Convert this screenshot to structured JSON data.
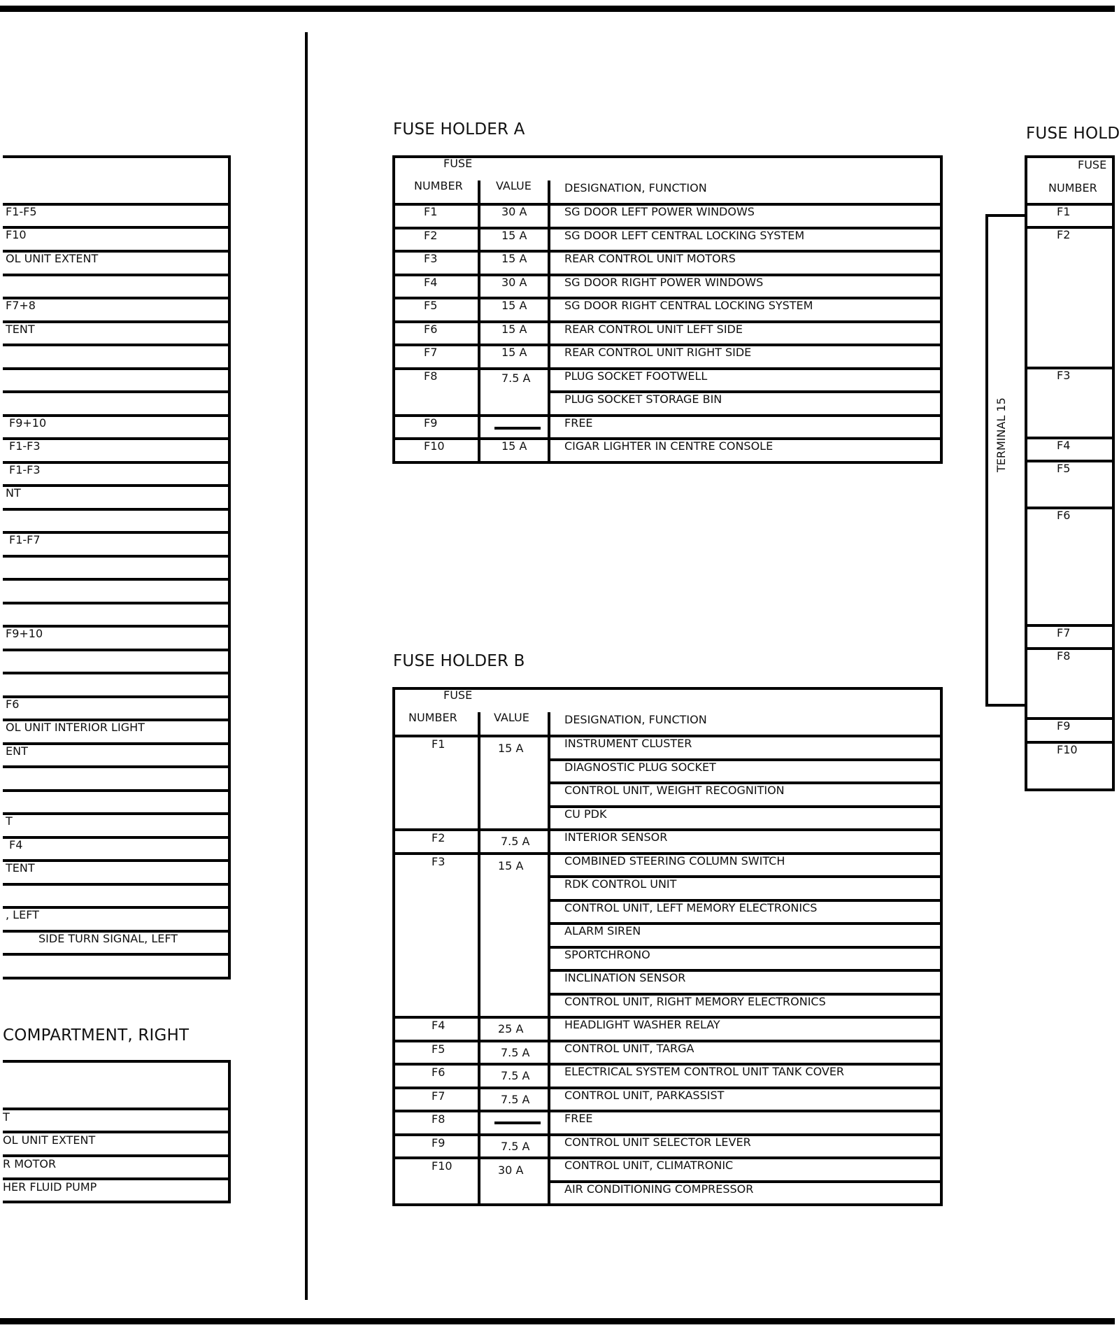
{
  "holder_a": {
    "title": "FUSE HOLDER A",
    "hdr_fuse": "FUSE",
    "hdr_number": "NUMBER",
    "hdr_value": "VALUE",
    "hdr_designation": "DESIGNATION, FUNCTION",
    "rows": [
      {
        "num": "F1",
        "val": "30 A",
        "des": "SG  DOOR  LEFT      POWER              WINDOWS"
      },
      {
        "num": "F2",
        "val": "15 A",
        "des": "SG  DOOR  LEFT      CENTRAL LOCKING SYSTEM"
      },
      {
        "num": "F3",
        "val": "15 A",
        "des": "REAR CONTROL UNIT MOTORS"
      },
      {
        "num": "F4",
        "val": "30 A",
        "des": "SG   DOOR  RIGHT      POWER  WINDOWS"
      },
      {
        "num": "F5",
        "val": "15 A",
        "des": "SG   DOOR  RIGHT      CENTRAL LOCKING SYSTEM"
      },
      {
        "num": "F6",
        "val": "15 A",
        "des": "REAR CONTROL UNIT  LEFT SIDE"
      },
      {
        "num": "F7",
        "val": "15 A",
        "des": "REAR CONTROL UNIT  RIGHT SIDE"
      },
      {
        "num": "F8",
        "val": "7.5 A",
        "des": "PLUG SOCKET FOOTWELL",
        "des2": "PLUG SOCKET STORAGE BIN"
      },
      {
        "num": "F9",
        "val": "",
        "des": "FREE"
      },
      {
        "num": "F10",
        "val": "15 A",
        "des": "CIGAR LIGHTER    IN CENTRE CONSOLE"
      }
    ]
  },
  "holder_b": {
    "title": "FUSE HOLDER B",
    "hdr_fuse": "FUSE",
    "hdr_number": "NUMBER",
    "hdr_value": "VALUE",
    "hdr_designation": "DESIGNATION, FUNCTION",
    "rows": [
      {
        "num": "F1",
        "val": "15 A",
        "des": [
          "INSTRUMENT CLUSTER",
          "DIAGNOSTIC PLUG SOCKET",
          "CONTROL UNIT,   WEIGHT  RECOGNITION",
          "CU PDK"
        ]
      },
      {
        "num": "F2",
        "val": "7.5 A",
        "des": [
          "INTERIOR SENSOR"
        ]
      },
      {
        "num": "F3",
        "val": "15 A",
        "des": [
          "COMBINED STEERING COLUMN SWITCH",
          "RDK CONTROL UNIT",
          "CONTROL UNIT, LEFT MEMORY    ELECTRONICS",
          "ALARM SIREN",
          "SPORTCHRONO",
          "INCLINATION SENSOR",
          "CONTROL UNIT, RIGHT MEMORY                    ELECTRONICS"
        ]
      },
      {
        "num": "F4",
        "val": "25 A",
        "des": [
          "HEADLIGHT  WASHER  RELAY"
        ]
      },
      {
        "num": "F5",
        "val": "7.5 A",
        "des": [
          "CONTROL UNIT, TARGA"
        ]
      },
      {
        "num": "F6",
        "val": "7.5 A",
        "des": [
          "ELECTRICAL SYSTEM CONTROL UNIT            TANK COVER"
        ]
      },
      {
        "num": "F7",
        "val": "7.5 A",
        "des": [
          "CONTROL UNIT, PARKASSIST"
        ]
      },
      {
        "num": "F8",
        "val": "",
        "des": [
          "FREE"
        ]
      },
      {
        "num": "F9",
        "val": "7.5 A",
        "des": [
          "CONTROL UNIT        SELECTOR LEVER"
        ]
      },
      {
        "num": "F10",
        "val": "30 A",
        "des": [
          "CONTROL UNIT, CLIMATRONIC",
          "AIR CONDITIONING COMPRESSOR"
        ]
      }
    ]
  },
  "holder_c": {
    "title": "FUSE HOLD",
    "hdr_fuse": "FUSE",
    "hdr_number": "NUMBER",
    "terminal": "TERMINAL 15",
    "rows": [
      "F1",
      "F2",
      "F3",
      "F4",
      "F5",
      "F6",
      "F7",
      "F8",
      "F9",
      "F10"
    ]
  },
  "left_table": {
    "rows": [
      "F1-F5",
      "F10",
      "OL UNIT      EXTENT",
      "",
      "F7+8",
      "TENT",
      "",
      "",
      "",
      "F9+10",
      "F1-F3",
      "F1-F3",
      "NT",
      "",
      "F1-F7",
      "",
      "",
      "",
      "F9+10",
      "",
      "",
      "F6",
      "OL UNIT       INTERIOR  LIGHT",
      "ENT",
      "",
      "",
      "T",
      "F4",
      "TENT",
      "",
      ", LEFT",
      "SIDE TURN SIGNAL, LEFT",
      ""
    ]
  },
  "left_bottom": {
    "title": "COMPARTMENT, RIGHT",
    "rows": [
      "T",
      "OL UNIT      EXTENT",
      "R MOTOR",
      "HER FLUID PUMP"
    ]
  }
}
